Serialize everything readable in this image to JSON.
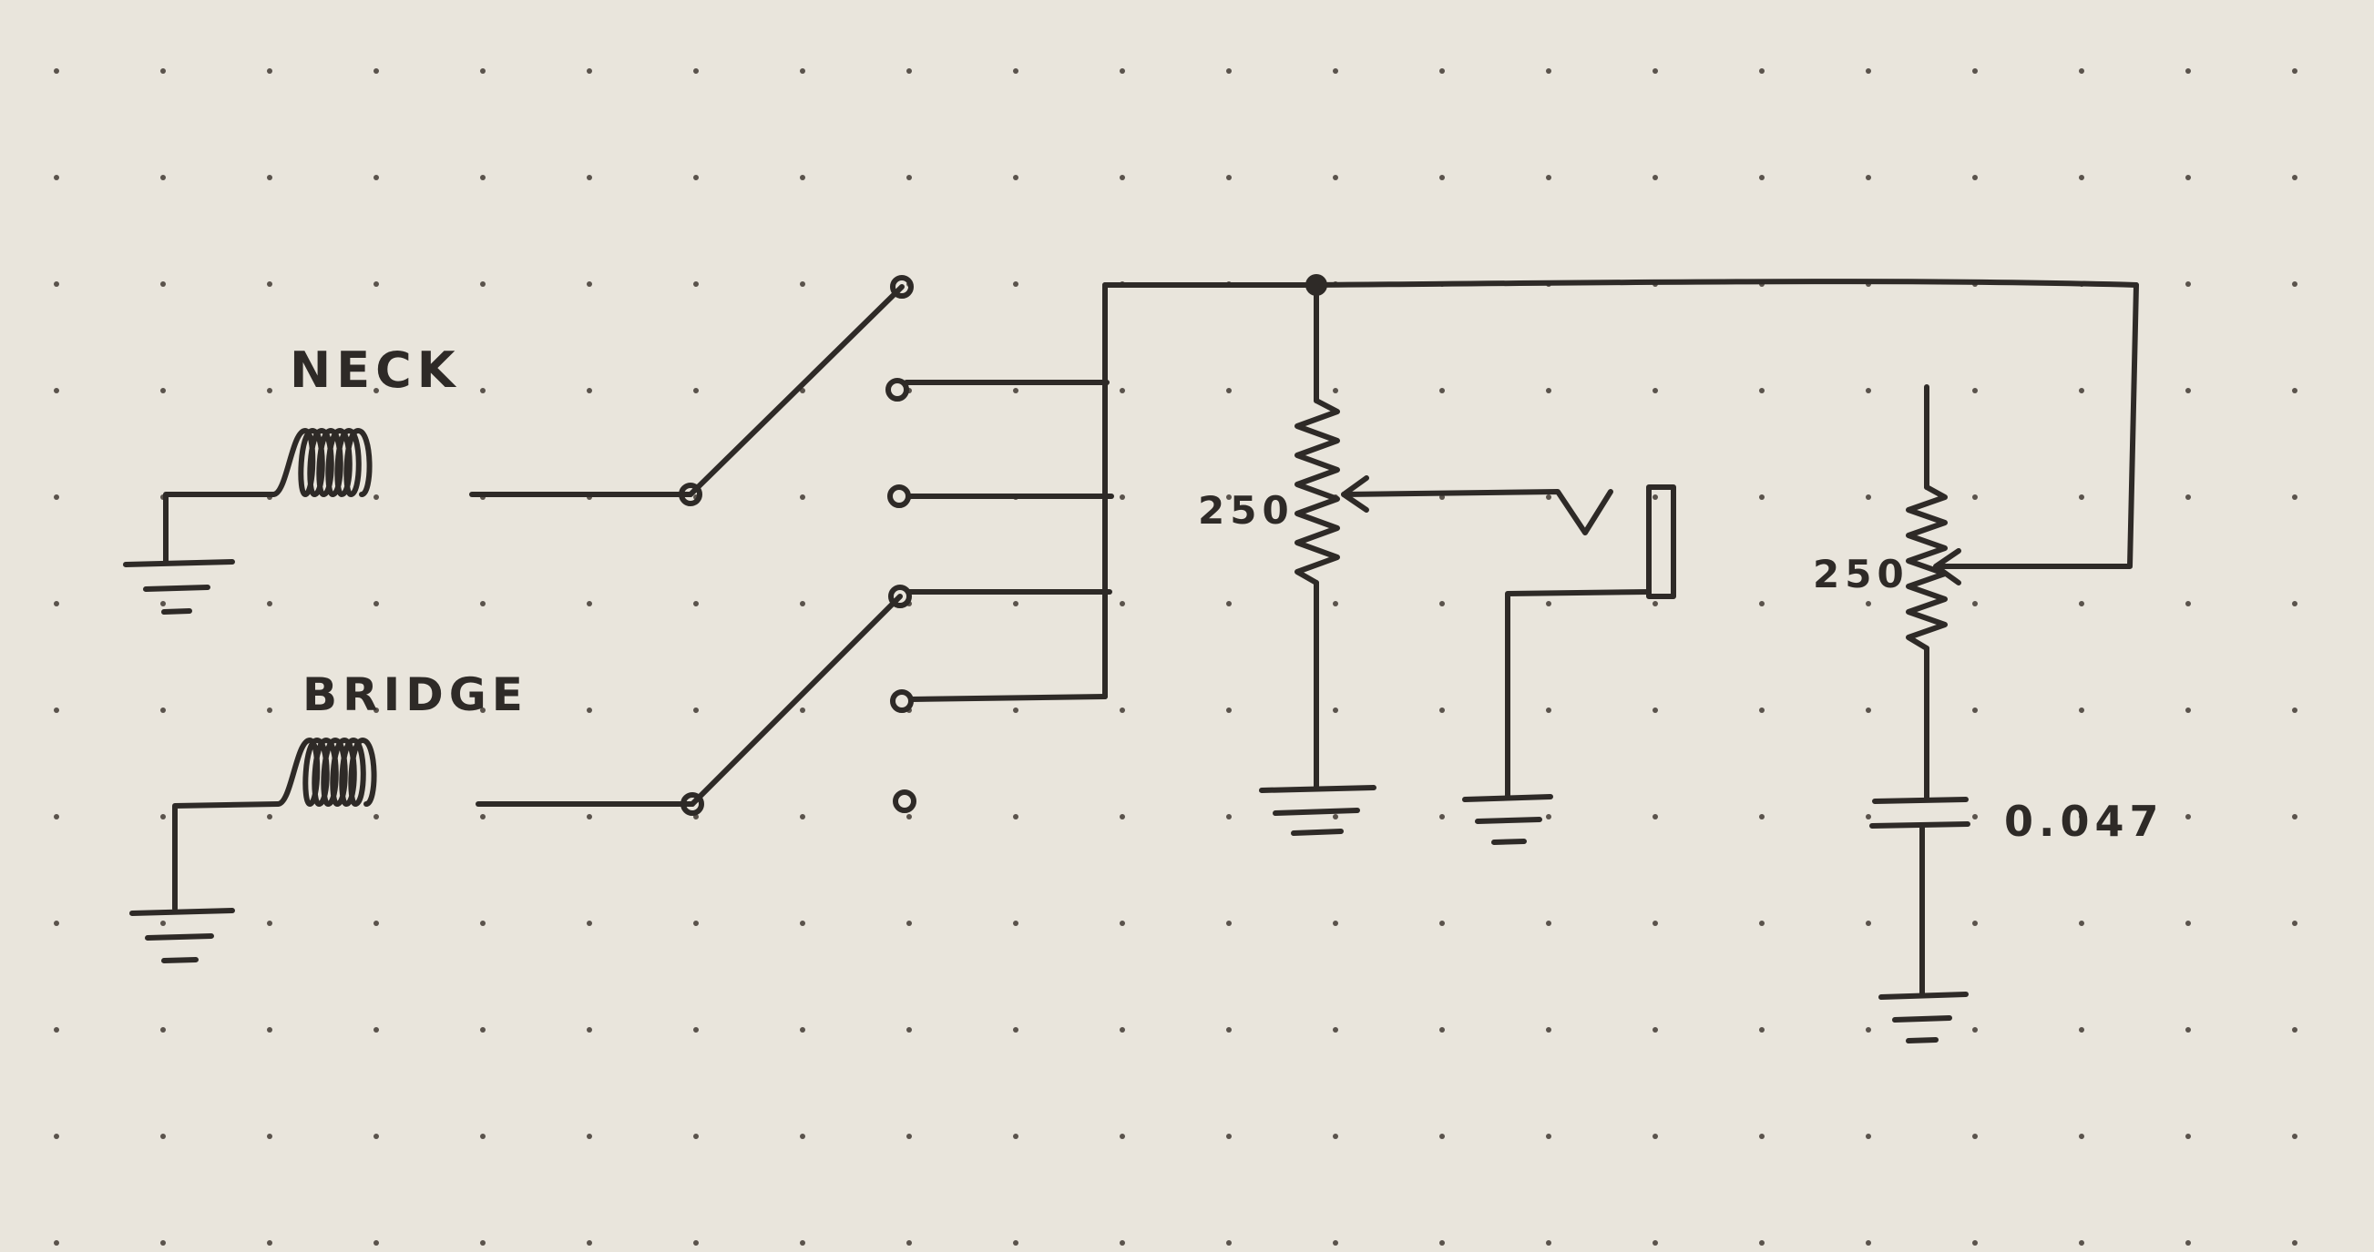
{
  "diagram": {
    "labels": {
      "neck": "NECK",
      "bridge": "BRIDGE",
      "volume_pot": "250",
      "tone_pot": "250",
      "capacitor": "0.047"
    },
    "colors": {
      "paper": "#e9e5dc",
      "ink": "#2e2a27",
      "grid_dot": "#5a534c"
    }
  }
}
